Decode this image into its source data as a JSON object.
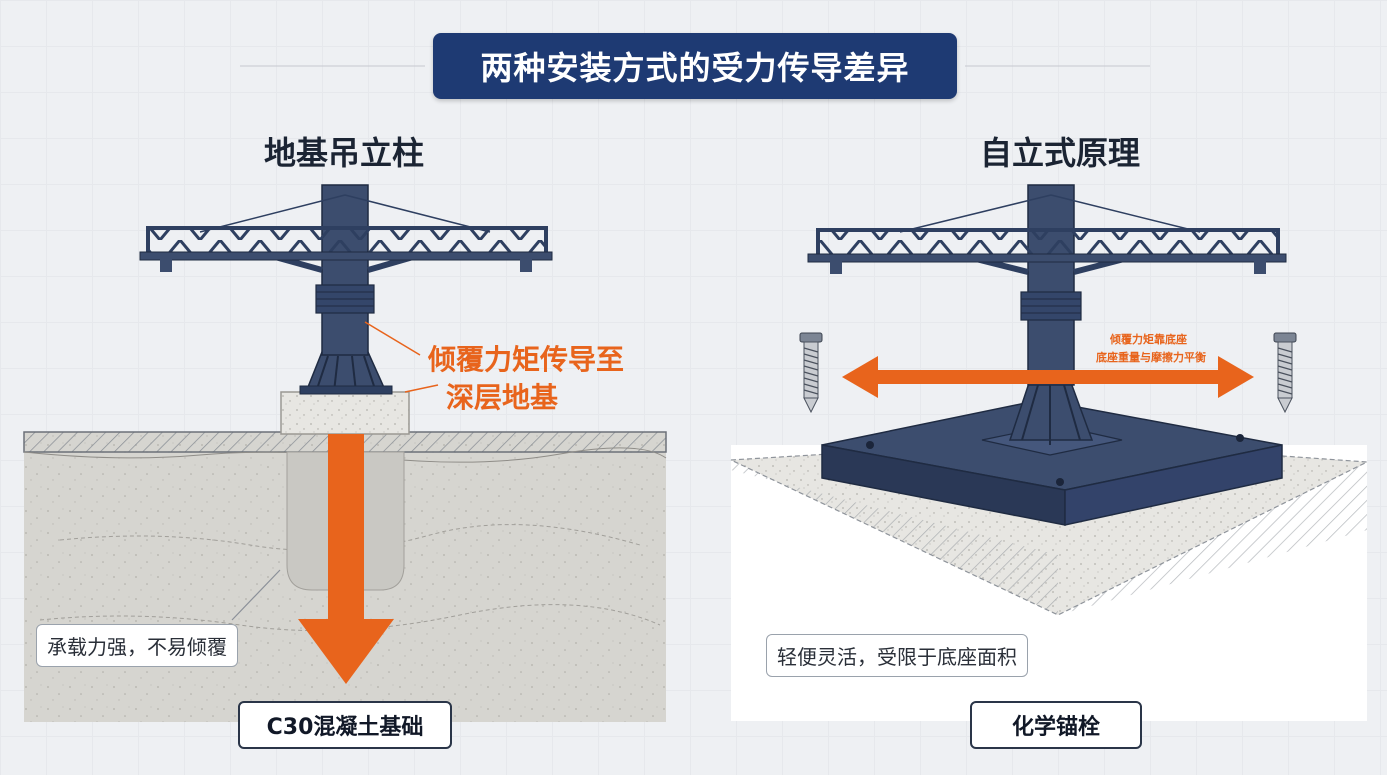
{
  "title": "两种安装方式的受力传导差异",
  "left_panel": {
    "title": "地基吊立柱",
    "annotation_line1": "倾覆力矩传导至",
    "annotation_line2": "深层地基",
    "callout": "承载力强，不易倾覆",
    "label": "C30混凝土基础"
  },
  "right_panel": {
    "title": "自立式原理",
    "annotation_line1": "倾覆力矩靠底座",
    "annotation_line2": "底座重量与摩擦力平衡",
    "callout": "轻便灵活，受限于底座面积",
    "label": "化学锚栓"
  },
  "colors": {
    "navy": "#1e3a73",
    "steel": "#3c4d6e",
    "orange": "#e8641c",
    "concrete": "#d9d9d6"
  }
}
